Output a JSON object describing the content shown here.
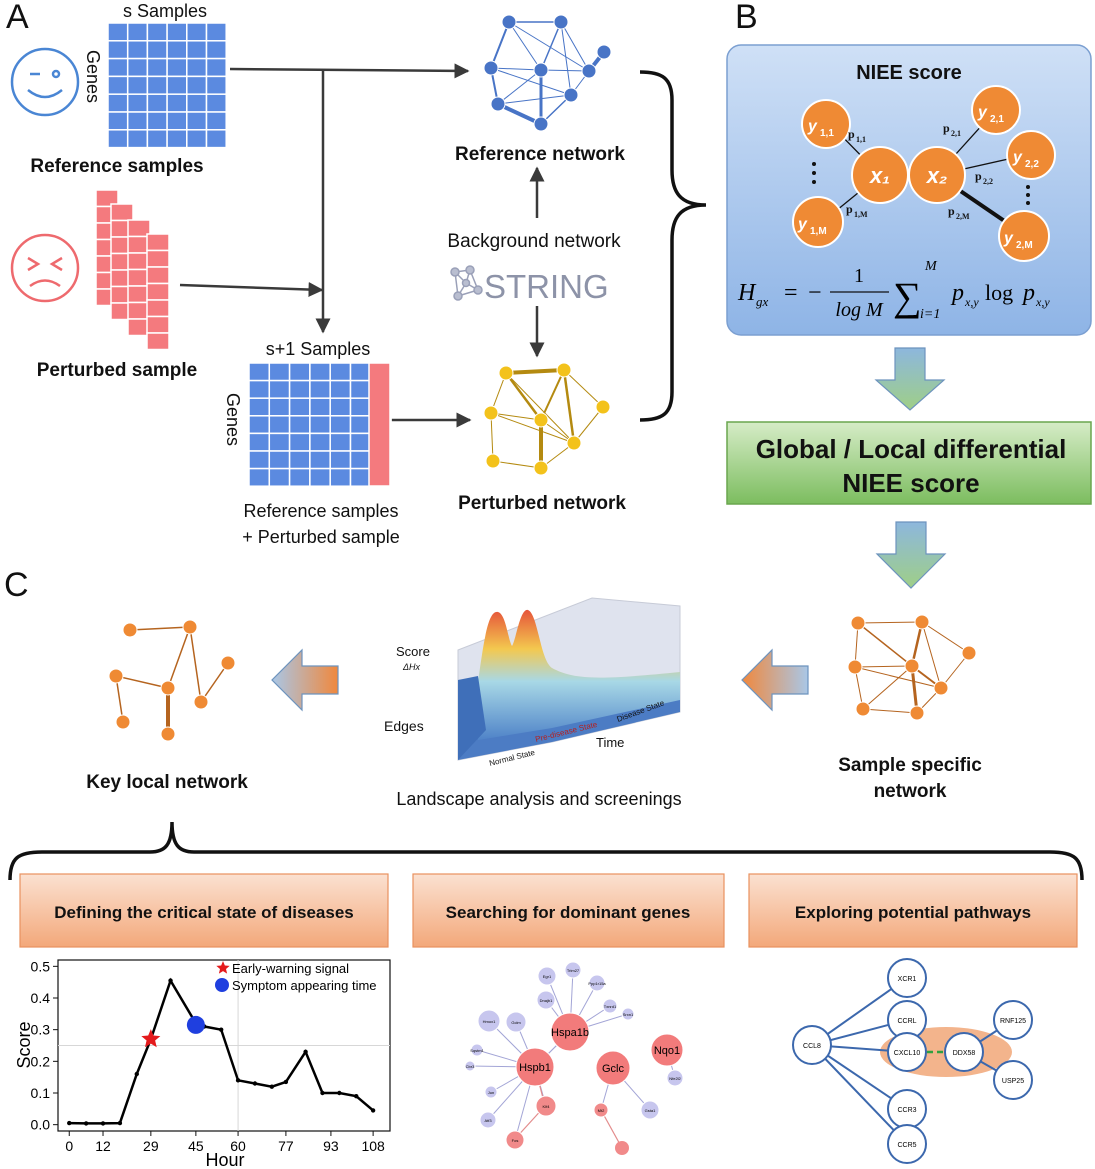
{
  "panels": {
    "a": "A",
    "b": "B",
    "c": "C"
  },
  "panel_a": {
    "s_samples": "s Samples",
    "genes_label": "Genes",
    "reference_samples": "Reference samples",
    "perturbed_sample": "Perturbed sample",
    "s1_samples": "s+1 Samples",
    "genes_label2": "Genes",
    "combined_line1": "Reference samples",
    "combined_line2": "+ Perturbed sample",
    "reference_network": "Reference network",
    "background_network": "Background network",
    "string_logo": "STRING",
    "perturbed_network": "Perturbed network"
  },
  "panel_b": {
    "niee_title": "NIEE score",
    "nodes": {
      "x1": "x₁",
      "x2": "x₂"
    },
    "formula_lhs": "H",
    "formula_sub": "gx",
    "formula_frac_num": "1",
    "formula_frac_den": "log M",
    "formula_sum_top": "M",
    "formula_sum_bot": "i=1",
    "formula_rhs": "p",
    "differential_line1": "Global / Local differential",
    "differential_line2": "NIEE score"
  },
  "panel_c": {
    "sample_specific_line1": "Sample specific",
    "sample_specific_line2": "network",
    "landscape_caption": "Landscape analysis and screenings",
    "key_local_network": "Key local network",
    "landscape": {
      "score_label": "Score",
      "delta_label": "ΔHx",
      "edges_label": "Edges",
      "time_label": "Time",
      "normal_state": "Normal State",
      "pre_disease_state": "Pre-disease State",
      "disease_state": "Disease State"
    }
  },
  "apps": [
    {
      "title": "Defining the critical state of diseases"
    },
    {
      "title": "Searching for dominant genes"
    },
    {
      "title": "Exploring potential pathways"
    }
  ],
  "chart_data": {
    "type": "line",
    "xlabel": "Hour",
    "ylabel": "Score",
    "x_ticks": [
      0,
      12,
      29,
      45,
      60,
      77,
      93,
      108
    ],
    "y_ticks": [
      0.0,
      0.1,
      0.2,
      0.3,
      0.4,
      0.5
    ],
    "xlim": [
      -4,
      114
    ],
    "ylim": [
      -0.02,
      0.52
    ],
    "x": [
      0,
      6,
      12,
      18,
      24,
      29,
      36,
      45,
      48,
      54,
      60,
      66,
      72,
      77,
      84,
      90,
      96,
      102,
      108
    ],
    "y": [
      0.005,
      0.004,
      0.004,
      0.005,
      0.16,
      0.27,
      0.455,
      0.32,
      0.31,
      0.3,
      0.14,
      0.13,
      0.12,
      0.135,
      0.23,
      0.1,
      0.1,
      0.09,
      0.045
    ],
    "warning_x": 29,
    "warning_y": 0.27,
    "symptom_x": 45,
    "symptom_y": 0.315,
    "hline_y": 0.25,
    "vline_x": 60,
    "legend": [
      {
        "label": "Early-warning signal",
        "color": "#e41a1c"
      },
      {
        "label": "Symptom appearing time",
        "color": "#1f3fdf"
      }
    ],
    "colors": {
      "line": "#000000"
    }
  },
  "gene_network": {
    "hubs": [
      "Hspa1b",
      "Hspb1",
      "Gclc",
      "Nqo1"
    ],
    "small": [
      "Dnajb1",
      "Trim27",
      "Ppp1r15a",
      "Txnrd1",
      "Srxn1",
      "Egr1",
      "Gclm",
      "Hmox1",
      "Sqstm1",
      "Cbr3",
      "Jun",
      "Atf3",
      "Fos",
      "Klf4",
      "Mt2",
      "Gsta1",
      "Nfe2l2"
    ]
  },
  "pathway": {
    "genes": [
      "CCL8",
      "XCR1",
      "CCRL",
      "CXCL10",
      "DDX58",
      "RNF125",
      "USP25",
      "CCR3",
      "CCR5"
    ]
  },
  "colors": {
    "blue_cell": "#5b8ae0",
    "red_cell": "#f47a7e",
    "blue_node": "#4874c6",
    "gold_node": "#f3c21b",
    "gold_edge": "#b48a10",
    "orange_node": "#ef8a34",
    "orange_edge": "#b5641f",
    "niee_bg": "#b8d2f0",
    "green_box": "#86c06a",
    "orange_box": "#f6b48c"
  }
}
